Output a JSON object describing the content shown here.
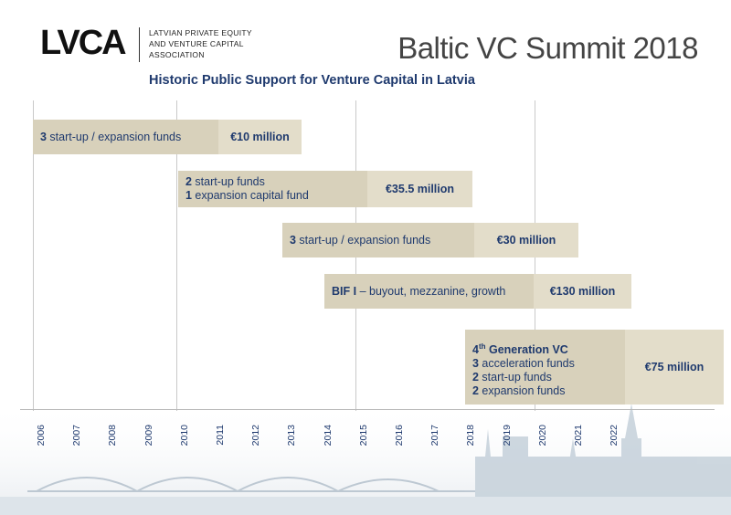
{
  "header": {
    "logo_text": "LVCA",
    "association_lines": [
      "LATVIAN PRIVATE EQUITY",
      "AND VENTURE CAPITAL",
      "ASSOCIATION"
    ],
    "summit_title": "Baltic VC Summit 2018",
    "subtitle": "Historic Public Support for Venture Capital in Latvia"
  },
  "timeline": {
    "years": [
      "2006",
      "2007",
      "2008",
      "2009",
      "2010",
      "2011",
      "2012",
      "2013",
      "2014",
      "2015",
      "2016",
      "2017",
      "2018",
      "2019",
      "2020",
      "2021",
      "2022"
    ],
    "programs": [
      {
        "lines": [
          {
            "bold": "3",
            "text": " start-up / expansion funds"
          }
        ],
        "amount": "€10 million"
      },
      {
        "lines": [
          {
            "bold": "2",
            "text": " start-up funds"
          },
          {
            "bold": "1",
            "text": " expansion capital fund"
          }
        ],
        "amount": "€35.5 million"
      },
      {
        "lines": [
          {
            "bold": "3",
            "text": " start-up / expansion funds"
          }
        ],
        "amount": "€30 million"
      },
      {
        "lines": [
          {
            "bold": "BIF I",
            "text": " – buyout, mezzanine, growth"
          }
        ],
        "amount": "€130 million"
      },
      {
        "lines": [
          {
            "bold": "4",
            "sup": "th",
            "boldtail": " Generation VC",
            "text": ""
          },
          {
            "bold": "3",
            "text": " acceleration funds"
          },
          {
            "bold": "2",
            "text": " start-up funds"
          },
          {
            "bold": "2",
            "text": " expansion funds"
          }
        ],
        "amount": "€75 million"
      }
    ]
  },
  "colors": {
    "accent": "#1f3a6e",
    "bar": "#d8d1bb",
    "bar_amount": "#e3ddca"
  }
}
